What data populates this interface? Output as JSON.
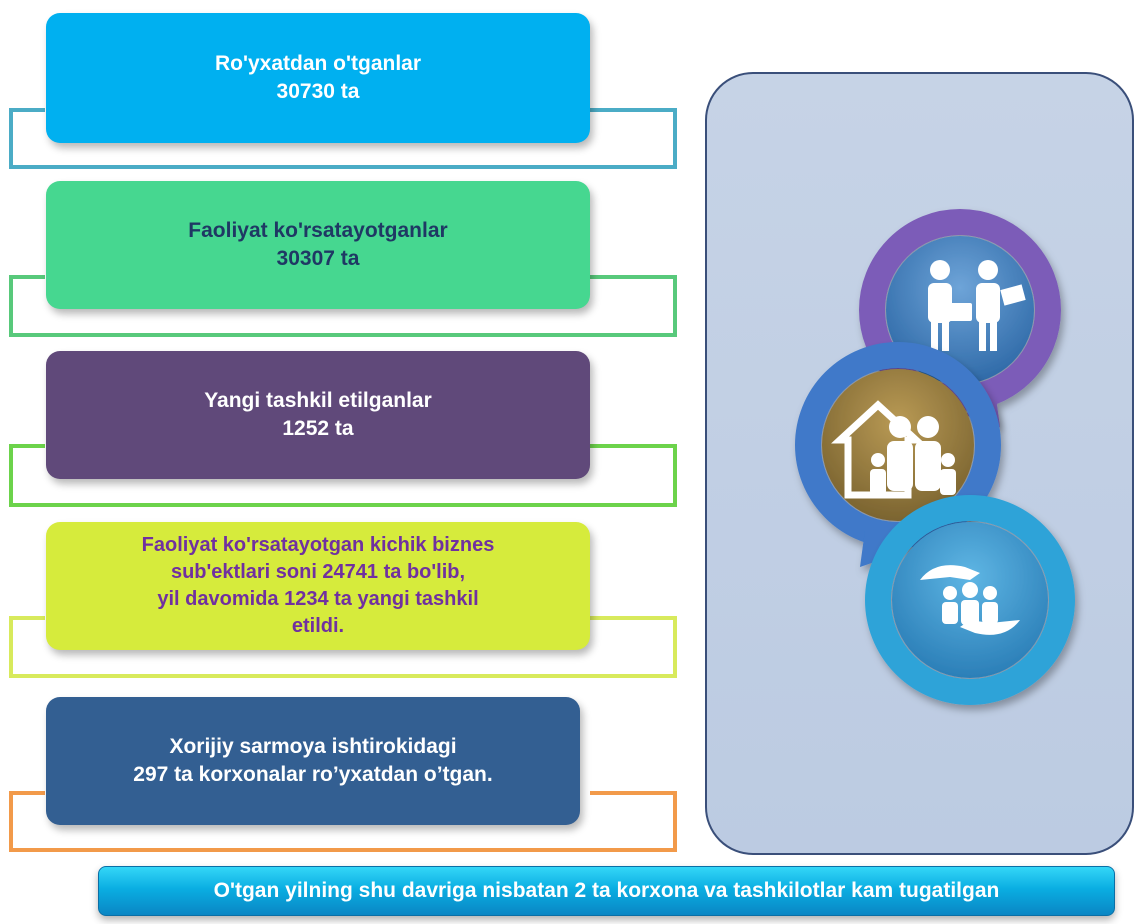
{
  "items": [
    {
      "line1": "Ro'yxatdan o'tganlar",
      "line2": "30730 ta",
      "fill": "#00b0f0",
      "text_color": "#ffffff",
      "frame_color": "#4bacc6"
    },
    {
      "line1": "Faoliyat ko'rsatayotganlar",
      "line2": "30307 ta",
      "fill": "#46d790",
      "text_color": "#1f3864",
      "frame_color": "#58c97b"
    },
    {
      "line1": "Yangi tashkil etilganlar",
      "line2": "1252 ta",
      "fill": "#60497a",
      "text_color": "#ffffff",
      "frame_color": "#6cd34b"
    },
    {
      "lines": [
        "Faoliyat ko'rsatayotgan kichik biznes",
        "sub'ektlari soni 24741 ta bo'lib,",
        "yil davomida 1234 ta yangi tashkil",
        "etildi."
      ],
      "fill": "#d6eb3c",
      "text_color": "#7030a0",
      "frame_color": "#d8ea5c"
    },
    {
      "line1": "Xorijiy sarmoya ishtirokidagi",
      "line2": "297 ta korxonalar ro’yxatdan o’tgan.",
      "fill": "#335f92",
      "text_color": "#ffffff",
      "frame_color": "#f29a4a"
    }
  ],
  "banner": {
    "text": "O'tgan yilning shu davriga nisbatan 2 ta korxona  va tashkilotlar kam tugatilgan"
  },
  "illustration": {
    "icons": [
      "handshake-people-icon",
      "family-house-icon",
      "hands-protecting-team-icon"
    ],
    "ring_colors": [
      "#7b5cb8",
      "#3f79c9",
      "#2fa3d8"
    ]
  }
}
